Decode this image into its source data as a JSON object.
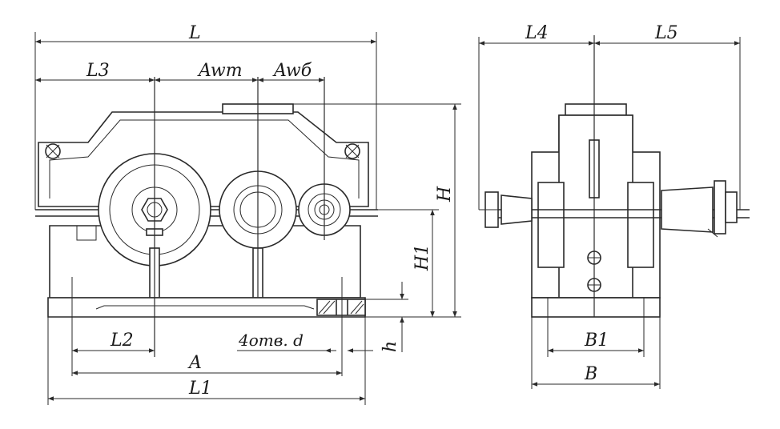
{
  "labels": {
    "L": "L",
    "L3": "L3",
    "Awt": "Awт",
    "Awb": "Awб",
    "L4": "L4",
    "L5": "L5",
    "H": "H",
    "H1": "H1",
    "L2": "L2",
    "holes": "4отв. d",
    "h": "h",
    "A": "A",
    "L1": "L1",
    "B1": "B1",
    "B": "B"
  },
  "colors": {
    "ink": "#2a2a2a",
    "paper": "#ffffff"
  }
}
